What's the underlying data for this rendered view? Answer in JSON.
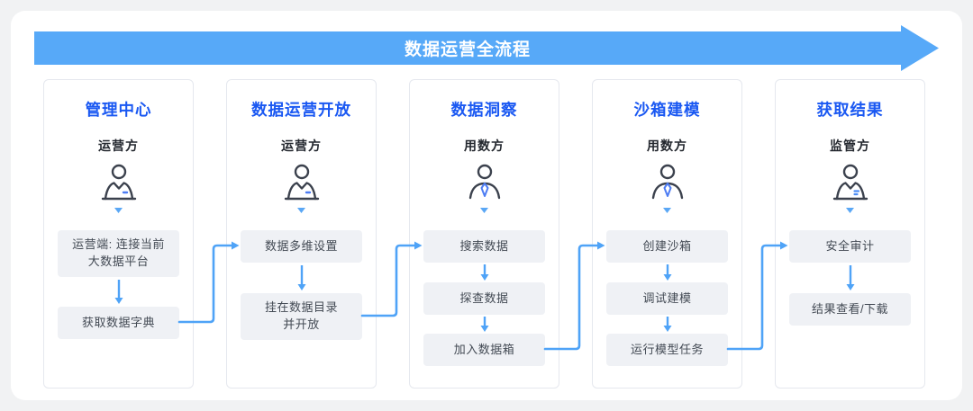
{
  "banner": {
    "label": "数据运营全流程",
    "color": "#57a9f8"
  },
  "columns": [
    {
      "title": "管理中心",
      "role": "运营方",
      "persona_icon": "operator-avatar-icon",
      "steps": [
        "运营端: 连接当前\n大数据平台",
        "获取数据字典"
      ]
    },
    {
      "title": "数据运营开放",
      "role": "运营方",
      "persona_icon": "operator-avatar-icon",
      "steps": [
        "数据多维设置",
        "挂在数据目录\n并开放"
      ]
    },
    {
      "title": "数据洞察",
      "role": "用数方",
      "persona_icon": "data-user-avatar-icon",
      "steps": [
        "搜索数据",
        "探查数据",
        "加入数据箱"
      ]
    },
    {
      "title": "沙箱建模",
      "role": "用数方",
      "persona_icon": "data-user-avatar-icon",
      "steps": [
        "创建沙箱",
        "调试建模",
        "运行模型任务"
      ]
    },
    {
      "title": "获取结果",
      "role": "监管方",
      "persona_icon": "regulator-avatar-icon",
      "steps": [
        "安全审计",
        "结果查看/下载"
      ]
    }
  ],
  "colors": {
    "banner_blue": "#57a9f8",
    "title_blue": "#1a58f2",
    "flow_blue": "#4fa3f7",
    "accent_blue": "#4d7cf3",
    "step_bg": "#eff1f5",
    "icon_stroke": "#3b414d",
    "page_bg": "#f1f2f3"
  }
}
